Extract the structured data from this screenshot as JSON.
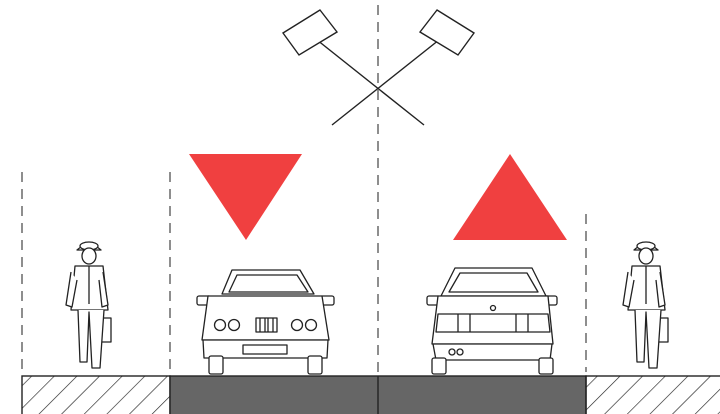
{
  "diagram": {
    "kind": "street-cross-section",
    "colors": {
      "background": "#ffffff",
      "line": "#222222",
      "traffic_sign": "#f04040",
      "roadway": "#666666",
      "sidewalk_hatch": "#222222"
    },
    "elements": {
      "crossed_flags": {
        "icon": "crossed-flags-icon"
      },
      "left_lane": {
        "icon": "yield-sign-icon",
        "vehicle": "car-front-icon"
      },
      "right_lane": {
        "icon": "priority-triangle-icon",
        "vehicle": "car-rear-icon"
      },
      "sidewalks": [
        {
          "side": "left",
          "figure": "pedestrian-icon"
        },
        {
          "side": "right",
          "figure": "pedestrian-icon"
        }
      ]
    }
  }
}
